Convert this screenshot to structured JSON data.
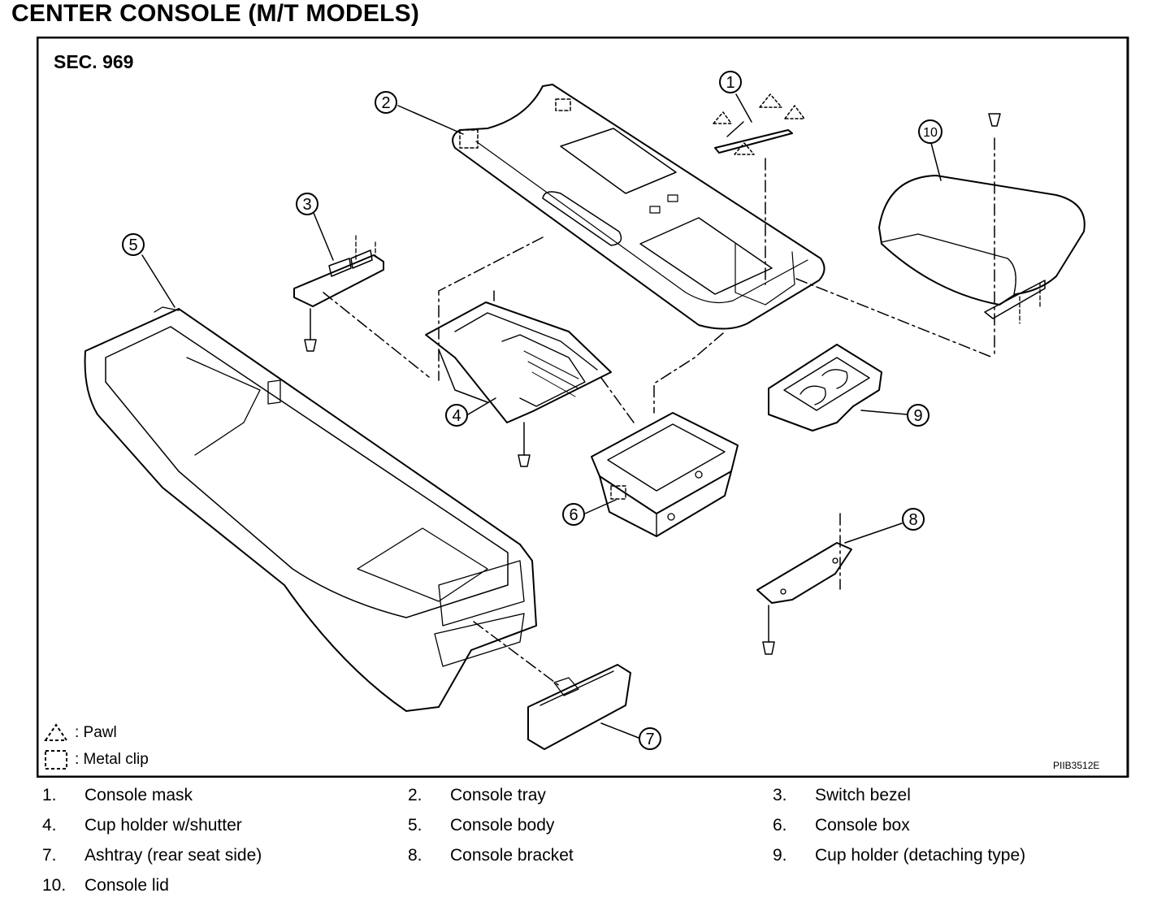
{
  "title": "CENTER CONSOLE (M/T MODELS)",
  "section": "SEC. 969",
  "figure_code": "PIIB3512E",
  "legend": [
    {
      "symbol": "triangle-dashed-icon",
      "label": ": Pawl"
    },
    {
      "symbol": "square-dashed-icon",
      "label": ": Metal clip"
    }
  ],
  "callouts": [
    "1",
    "2",
    "3",
    "4",
    "5",
    "6",
    "7",
    "8",
    "9",
    "10"
  ],
  "parts": [
    {
      "num": "1.",
      "name": "Console mask"
    },
    {
      "num": "2.",
      "name": "Console tray"
    },
    {
      "num": "3.",
      "name": "Switch bezel"
    },
    {
      "num": "4.",
      "name": "Cup holder w/shutter"
    },
    {
      "num": "5.",
      "name": "Console body"
    },
    {
      "num": "6.",
      "name": "Console box"
    },
    {
      "num": "7.",
      "name": "Ashtray (rear seat side)"
    },
    {
      "num": "8.",
      "name": "Console bracket"
    },
    {
      "num": "9.",
      "name": "Cup holder (detaching type)"
    },
    {
      "num": "10.",
      "name": "Console lid"
    }
  ]
}
